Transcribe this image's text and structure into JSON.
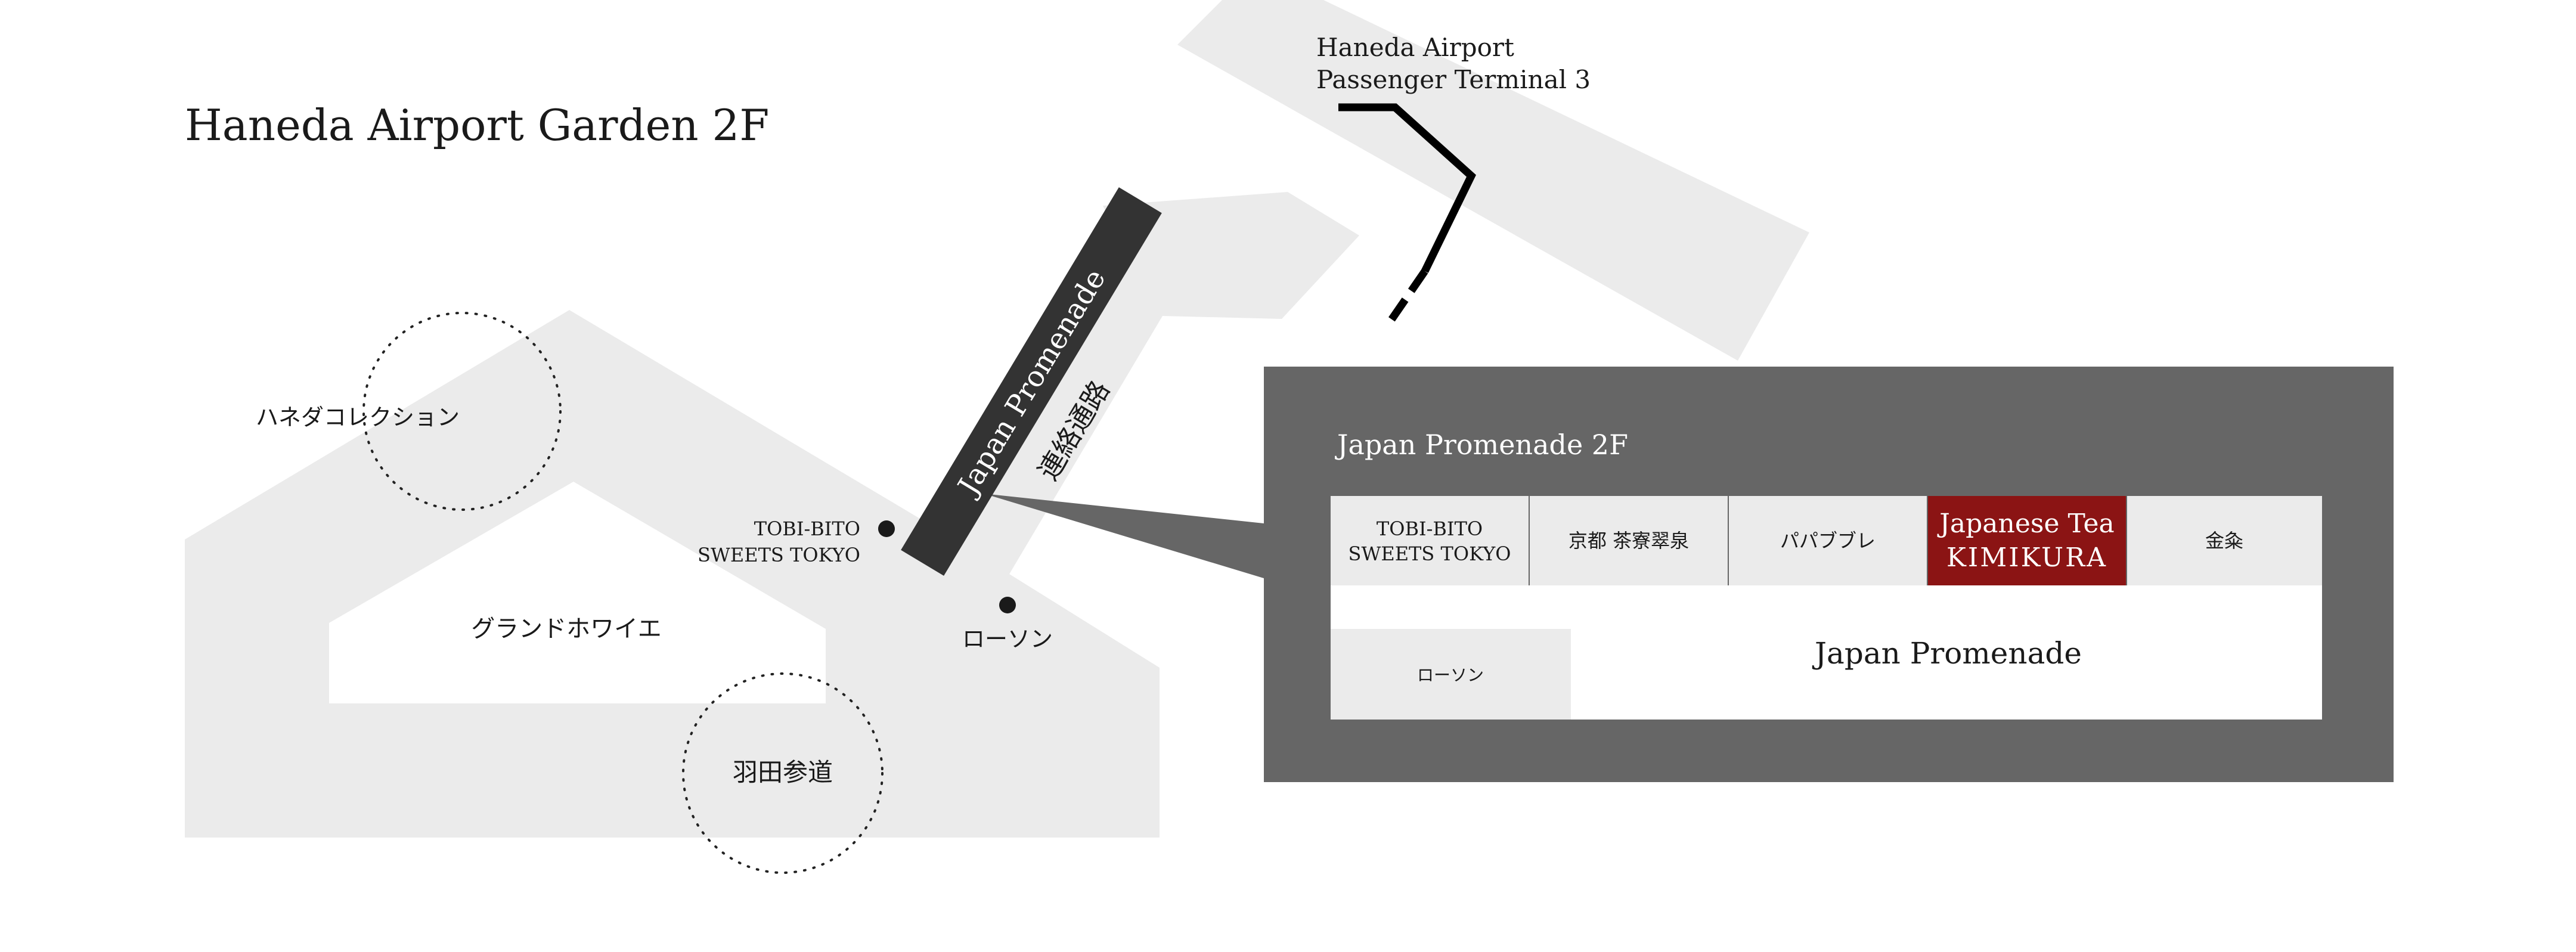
{
  "title": "Haneda Airport Garden 2F",
  "terminal": {
    "line1": "Haneda Airport",
    "line2": "Passenger Terminal 3"
  },
  "corridor": {
    "name": "Japan Promenade",
    "jp": "連絡通路"
  },
  "areas": {
    "haneda_collection": "ハネダコレクション",
    "grand_foyer": "グランドホワイエ",
    "haneda_sando": "羽田参道"
  },
  "points": {
    "tobibito_line1": "TOBI-BITO",
    "tobibito_line2": "SWEETS TOKYO",
    "lawson": "ローソン"
  },
  "inset": {
    "title": "Japan Promenade 2F",
    "stores": [
      {
        "line1": "TOBI-BITO",
        "line2": "SWEETS TOKYO"
      },
      {
        "line1": "京都 茶寮翠泉",
        "line2": ""
      },
      {
        "line1": "パパブブレ",
        "line2": ""
      },
      {
        "line1": "Japanese Tea",
        "line2": "KIMIKURA",
        "highlight": true
      },
      {
        "line1": "金粂",
        "line2": ""
      }
    ],
    "lawson": "ローソン",
    "promenade_label": "Japan Promenade"
  },
  "colors": {
    "area_fill": "#ebebeb",
    "inset_bg": "#666666",
    "corridor_dark": "#333333",
    "highlight": "#8b1414",
    "text": "#1a1a1a"
  }
}
